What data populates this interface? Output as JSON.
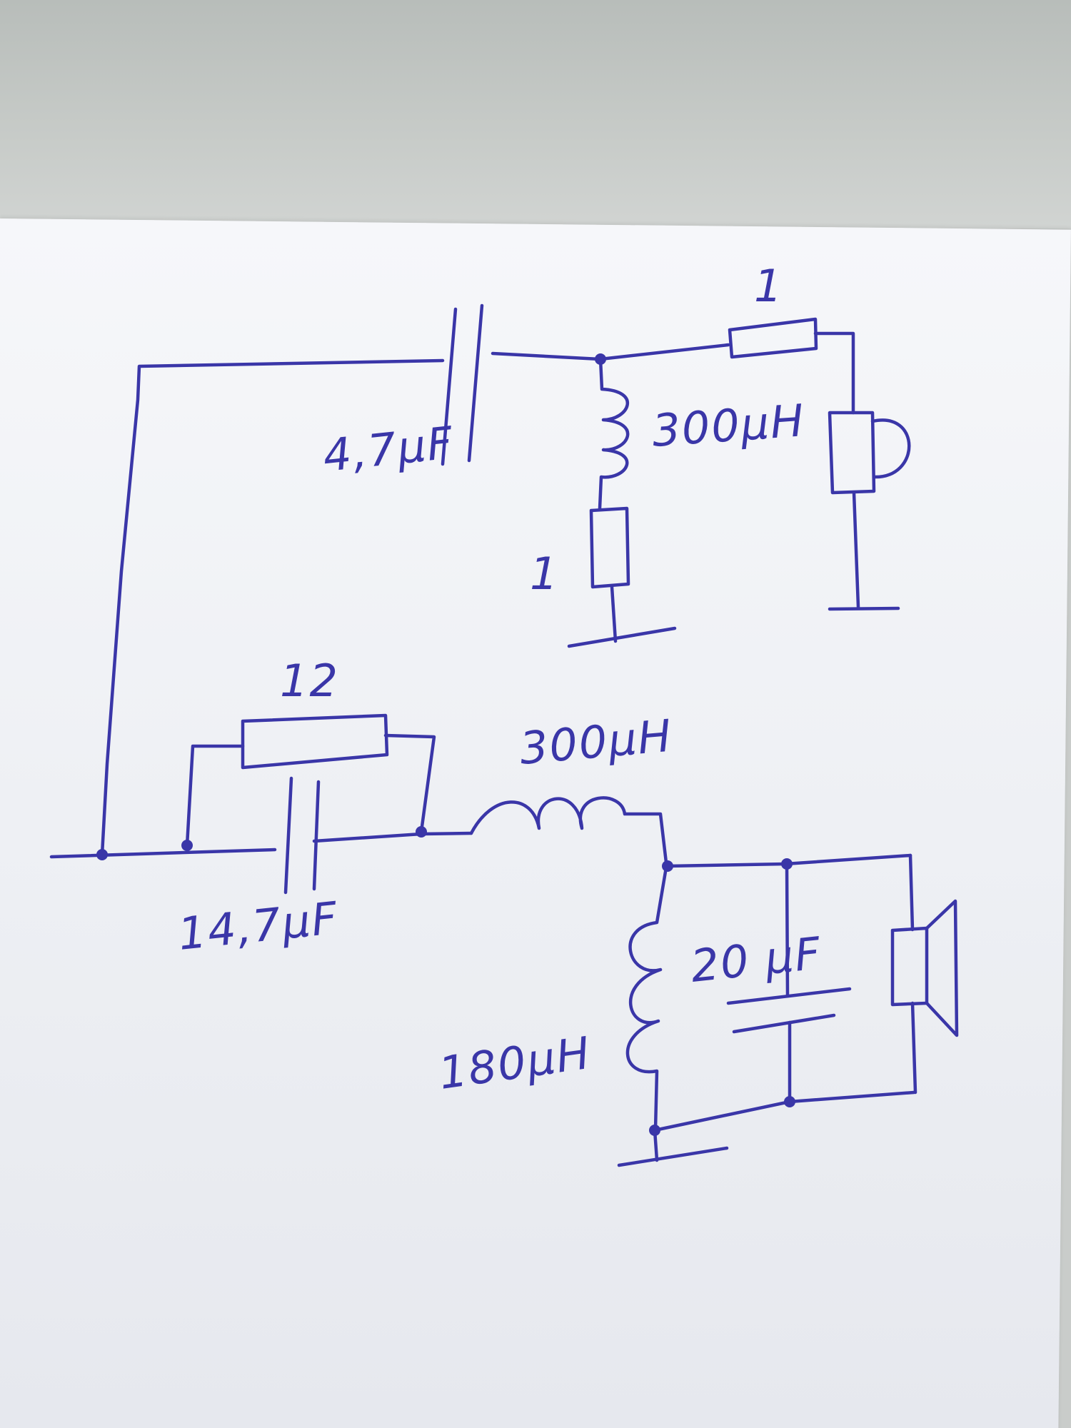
{
  "labels": {
    "tweeter_series_capacitor": "4,7µF",
    "tweeter_parallel_inductor": "300µH",
    "tweeter_shunt_resistor": "1",
    "tweeter_series_resistor": "1",
    "woofer_parallel_resistor": "12",
    "woofer_parallel_capacitor": "14,7µF",
    "woofer_series_inductor": "300µH",
    "woofer_shunt_inductor": "180µH",
    "woofer_shunt_capacitor": "20 µF"
  },
  "colors": {
    "ink": "#3a36a8",
    "paper": "#f0f1f5",
    "table": "#c3c7c4"
  }
}
